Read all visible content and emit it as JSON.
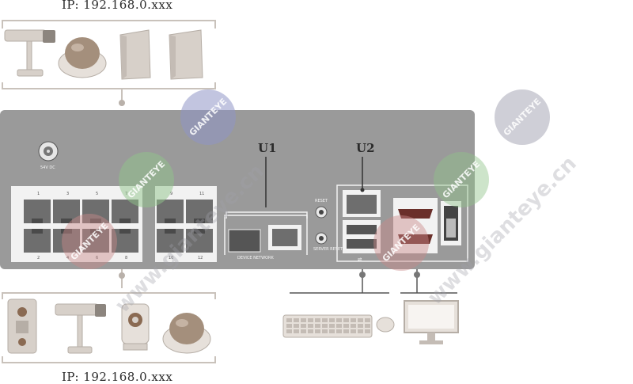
{
  "ip_top": "IP: 192.168.0.xxx",
  "ip_bottom": "IP: 192.168.0.xxx",
  "callouts": {
    "u1": "U1",
    "u2": "U2"
  },
  "panel": {
    "power_label": "54V DC",
    "port_numbers_top": [
      "1",
      "3",
      "5",
      "7",
      "9",
      "11"
    ],
    "port_numbers_bottom": [
      "2",
      "4",
      "6",
      "8",
      "10",
      "12"
    ],
    "device_network_label": "DEVICE NETWORK",
    "reset_label": "RESET",
    "server_reset_label": "SERVER RESET"
  },
  "watermark": {
    "badge_text": "GIANTEYE",
    "url_text": "www.gianteye.cn"
  },
  "colors": {
    "chassis": "#9a9a9a",
    "port_bezel": "#f2f2f2",
    "port": "#6e6e6e",
    "icon_fill": "#d7d0c9",
    "icon_stroke": "#b6aea6",
    "bracket": "#c9c2bb",
    "badge_blue": "#8f96c6",
    "badge_green": "#90c48a",
    "badge_red": "#c98a8a",
    "badge_gray": "#a8a8b6"
  }
}
